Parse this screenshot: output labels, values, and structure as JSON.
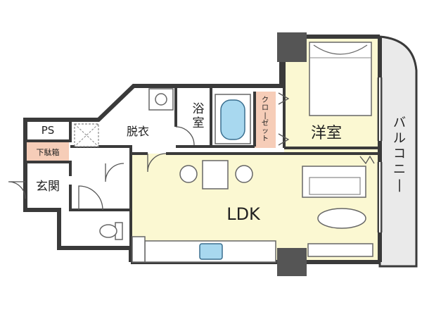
{
  "rooms": {
    "ps": "PS",
    "shoe_box": "下駄箱",
    "entrance": "玄関",
    "dressing": "脱衣",
    "bath": "浴室",
    "closet": "クローゼット",
    "western_room": "洋室",
    "ldk": "LDK",
    "balcony": "バルコニー"
  },
  "colors": {
    "wall": "#3a3a3a",
    "column": "#555555",
    "floor_yellow": "#fbf8d2",
    "closet": "#f6cdb8",
    "shoe_box": "#f6cdb8",
    "balcony": "#eaeaea",
    "bath_tub": "#a8d8ef",
    "fixture": "#c9c9c9"
  }
}
